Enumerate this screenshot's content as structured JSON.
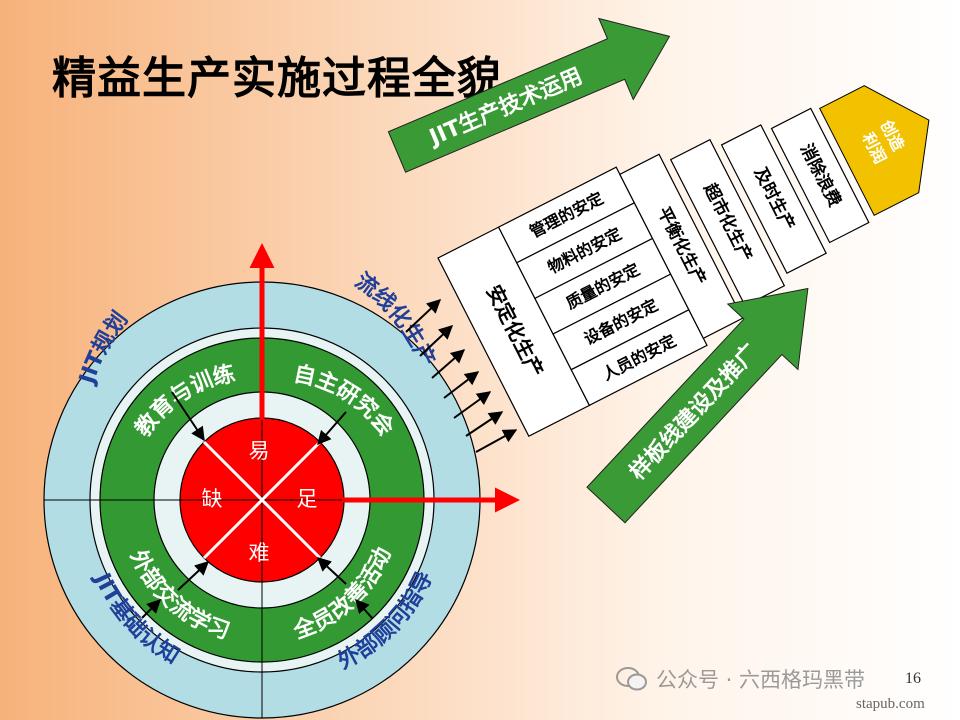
{
  "title": "精益生产实施过程全貌",
  "core": {
    "top": "易",
    "left": "缺",
    "right": "足",
    "bottom": "难"
  },
  "middle_ring": {
    "top_left": "教育与训练",
    "top_right": "自主研究会",
    "bottom_left": "外部交流学习",
    "bottom_right": "全员改善活动"
  },
  "outer_ring": {
    "top_left": "JIT规划",
    "top_right": "流线化生产",
    "bottom_left": "JIT基础认知",
    "bottom_right": "外部顾问指导"
  },
  "arrows": {
    "jit": "JIT生产技术运用",
    "model_line": "样板线建设及推广"
  },
  "stabilization": {
    "main": "安定化生产",
    "items": [
      "管理的安定",
      "物料的安定",
      "质量的安定",
      "设备的安定",
      "人员的安定"
    ]
  },
  "stages": [
    "平衡化生产",
    "超市化生产",
    "及时生产",
    "消除浪费"
  ],
  "peak": "创造\n利润",
  "page_number": "16",
  "watermark": "公众号 · 六西格玛黑带",
  "site_credit": "stapub.com",
  "colors": {
    "core_red": "#ff0000",
    "ring_green": "#339933",
    "ring_light_blue": "#b3dde4",
    "arrow_green": "#3a9a35",
    "peak_yellow": "#f2c200",
    "outer_text_blue": "#1f3f99"
  }
}
